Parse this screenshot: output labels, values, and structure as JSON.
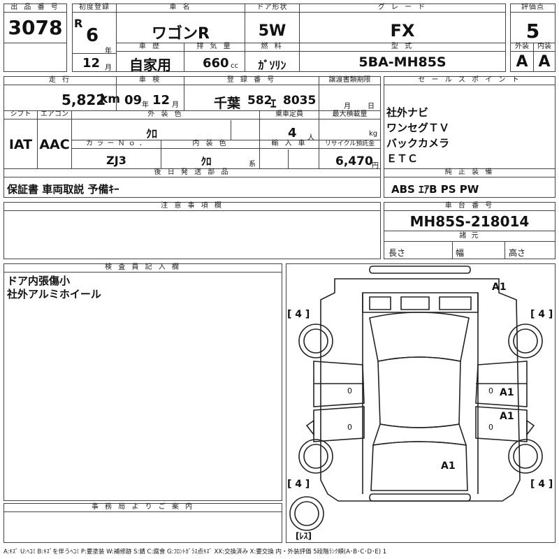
{
  "header": {
    "lot_no_label": "出 品 番 号",
    "lot_no": "3078",
    "first_reg_label": "初度登録",
    "era": "R",
    "year_value": "6",
    "year_unit": "年",
    "month_value": "12",
    "month_unit": "月",
    "car_name_label": "車 名",
    "car_name": "ワゴンR",
    "door_label": "ドア形状",
    "door": "5W",
    "grade_label": "グ レ ー ド",
    "grade": "FX",
    "score_label": "評価点",
    "score": "5",
    "history_label": "車 歴",
    "history": "自家用",
    "displacement_label": "排 気 量",
    "displacement": "660",
    "displacement_unit": "cc",
    "fuel_label": "燃 料",
    "fuel": "ｶﾞｿﾘﾝ",
    "model_label": "型 式",
    "model": "5BA-MH85S",
    "exterior_label": "外装",
    "exterior": "A",
    "interior_label": "内装",
    "interior": "A"
  },
  "row2": {
    "mileage_label": "走 行",
    "mileage": "5,822",
    "mileage_unit": "km",
    "inspection_label": "車 検",
    "insp_year": "09",
    "insp_year_unit": "年",
    "insp_month": "12",
    "insp_month_unit": "月",
    "plate_label": "登 録 番 号",
    "plate_region": "千葉",
    "plate_class": "582",
    "plate_kana": "ｴ",
    "plate_number": "8035",
    "transfer_label": "譲渡書類期限",
    "transfer_month": "月",
    "transfer_day": "日",
    "sales_label": "セ ー ル ス ポ イ ン ト",
    "sales_points": [
      "社外ナビ",
      "ワンセグＴＶ",
      "バックカメラ",
      "ＥＴＣ"
    ]
  },
  "row3": {
    "shift_label": "シフト",
    "shift": "IAT",
    "ac_label": "エアコン",
    "ac": "AAC",
    "ext_color_label": "外 装 色",
    "ext_color": "ｸﾛ",
    "capacity_label": "乗車定員",
    "capacity": "4",
    "capacity_unit": "人",
    "load_label": "最大積載量",
    "load_unit": "kg",
    "color_no_label": "カ ラ ー Ｎ ｏ ．",
    "color_no": "ZJ3",
    "int_color_label": "内 装 色",
    "int_color": "ｸﾛ",
    "int_color_unit": "系",
    "import_label": "輸 入 車",
    "recycle_label": "リサイクル預託金",
    "recycle": "6,470",
    "recycle_unit": "円"
  },
  "parts": {
    "label": "後 日 発 送 部 品",
    "value": "保証書 車両取説 予備ｷｰ"
  },
  "equipment": {
    "label": "純 正 装 備",
    "value": "ABS ｴｱB PS PW"
  },
  "notes": {
    "label": "注 意 事 項 欄"
  },
  "chassis": {
    "label": "車 台 番 号",
    "value": "MH85S-218014",
    "spec_label": "諸 元",
    "length_label": "長さ",
    "width_label": "幅",
    "height_label": "高さ"
  },
  "inspector": {
    "label": "検 査 員 記 入 欄",
    "lines": [
      "ドア内張傷小",
      "社外アルミホイール"
    ]
  },
  "office": {
    "label": "事 務 局 よ り ご 案 内"
  },
  "diagram": {
    "marks": [
      {
        "text": "A1",
        "where": "rear-top-right"
      },
      {
        "text": "A1",
        "where": "rear-door-right"
      },
      {
        "text": "A1",
        "where": "front-door-right"
      },
      {
        "text": "A1",
        "where": "front-hood"
      }
    ],
    "tire_marks": [
      "[ 4 ]",
      "[ 4 ]",
      "[ 4 ]",
      "[ 4 ]"
    ],
    "spare_label": "[ﾚｽ]",
    "zero_marks": [
      "0",
      "0",
      "0",
      "0"
    ]
  },
  "legend": {
    "text": "A:ｷｽﾞ U:ﾍｺﾐ B:ｷｽﾞを伴うﾍｺﾐ P:要塗装 W:補修跡 S:錆 C:腐食 G:ﾌﾛﾝﾄｶﾞﾗｽ点ｷｽﾞ XX:交換済み X:要交換 内・外装評価 5段階ﾗﾝｸ順(A･B･C･D･E) 1"
  }
}
